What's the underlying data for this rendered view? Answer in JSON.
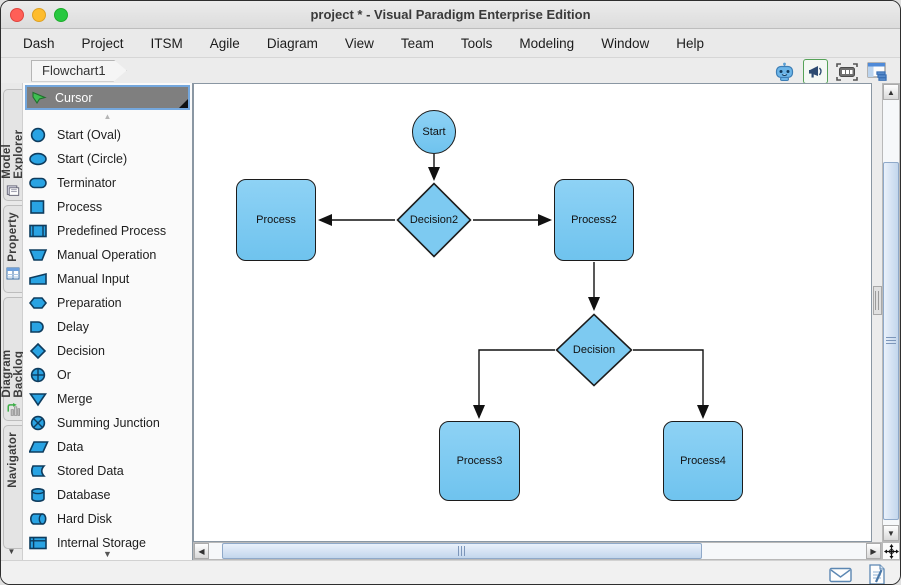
{
  "window": {
    "title": "project * - Visual Paradigm Enterprise Edition"
  },
  "menu": {
    "items": [
      "Dash",
      "Project",
      "ITSM",
      "Agile",
      "Diagram",
      "View",
      "Team",
      "Tools",
      "Modeling",
      "Window",
      "Help"
    ]
  },
  "diagram_tab": {
    "label": "Flowchart1"
  },
  "toolbar": {
    "icons": [
      "robot-assistant",
      "presentation-megaphone",
      "selection-marquee",
      "panel-layout"
    ]
  },
  "side_tabs": {
    "items": [
      {
        "label": "Model Explorer"
      },
      {
        "label": "Property"
      },
      {
        "label": "Diagram Backlog"
      },
      {
        "label": "Navigator"
      }
    ]
  },
  "palette": {
    "cursor": {
      "label": "Cursor"
    },
    "items": [
      {
        "label": "Start (Oval)"
      },
      {
        "label": "Start (Circle)"
      },
      {
        "label": "Terminator"
      },
      {
        "label": "Process"
      },
      {
        "label": "Predefined Process"
      },
      {
        "label": "Manual Operation"
      },
      {
        "label": "Manual Input"
      },
      {
        "label": "Preparation"
      },
      {
        "label": "Delay"
      },
      {
        "label": "Decision"
      },
      {
        "label": "Or"
      },
      {
        "label": "Merge"
      },
      {
        "label": "Summing Junction"
      },
      {
        "label": "Data"
      },
      {
        "label": "Stored Data"
      },
      {
        "label": "Database"
      },
      {
        "label": "Hard Disk"
      },
      {
        "label": "Internal Storage"
      }
    ]
  },
  "canvas": {
    "nodes": {
      "start": {
        "label": "Start",
        "type": "start-circle"
      },
      "process": {
        "label": "Process",
        "type": "process"
      },
      "decision2": {
        "label": "Decision2",
        "type": "decision"
      },
      "process2": {
        "label": "Process2",
        "type": "process"
      },
      "decision": {
        "label": "Decision",
        "type": "decision"
      },
      "process3": {
        "label": "Process3",
        "type": "process"
      },
      "process4": {
        "label": "Process4",
        "type": "process"
      }
    },
    "connectors": [
      {
        "from": "Start",
        "to": "Decision2"
      },
      {
        "from": "Decision2",
        "to": "Process"
      },
      {
        "from": "Decision2",
        "to": "Process2"
      },
      {
        "from": "Process2",
        "to": "Decision"
      },
      {
        "from": "Decision",
        "to": "Process3"
      },
      {
        "from": "Decision",
        "to": "Process4"
      }
    ]
  },
  "colors": {
    "node_fill": "#7dcaf1",
    "palette_icon_fill": "#29a3e3",
    "selection_ring": "#74a7dd",
    "traffic_red": "#ff5f57",
    "traffic_yellow": "#febc2e",
    "traffic_green": "#28c840"
  },
  "status_bar": {
    "icons": [
      "mail",
      "message-log"
    ]
  }
}
